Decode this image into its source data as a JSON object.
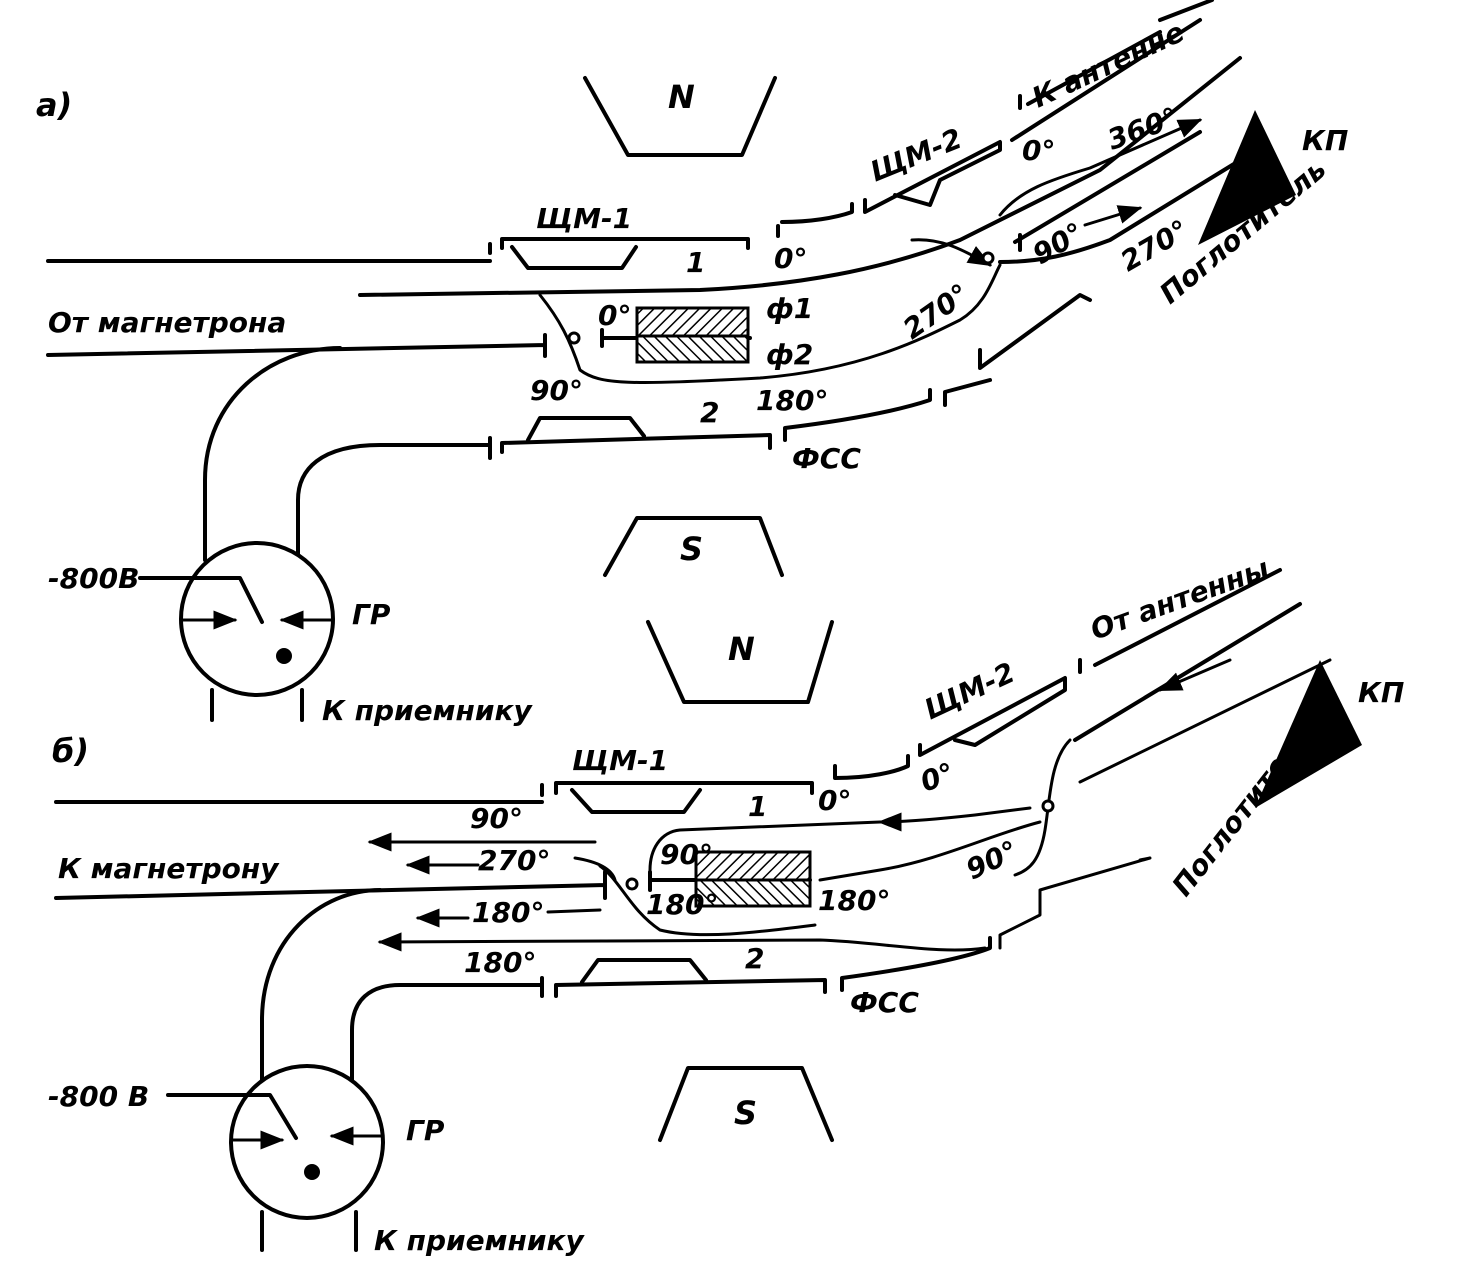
{
  "diagram": {
    "panel_a": {
      "marker": "а)",
      "pole_top": "N",
      "pole_bottom": "S",
      "shm1": "ЩМ-1",
      "shm2": "ЩМ-2",
      "to_antenna": "К антенне",
      "kp": "КП",
      "absorber": "Поглотитель",
      "from_magnetron": "От магнетрона",
      "path1": "1",
      "path2": "2",
      "f1": "ф1",
      "f2": "ф2",
      "fss": "ФСС",
      "gr": "ГР",
      "voltage": "-800В",
      "to_receiver": "К приемнику",
      "deg_0_upper": "0°",
      "deg_0_mid": "0°",
      "deg_0_shm2": "0°",
      "deg_90_left": "90°",
      "deg_180": "180°",
      "deg_270_mid": "270°",
      "deg_360": "360°",
      "deg_90_right": "90°",
      "deg_270_right": "270°"
    },
    "panel_b": {
      "marker": "б)",
      "pole_top": "N",
      "pole_bottom": "S",
      "shm1": "ЩМ-1",
      "shm2": "ЩМ-2",
      "from_antenna": "От антенны",
      "kp": "КП",
      "absorber": "Поглотитель",
      "to_magnetron": "К магнетрону",
      "path1": "1",
      "path2": "2",
      "fss": "ФСС",
      "gr": "ГР",
      "voltage": "-800 В",
      "to_receiver": "К приемнику",
      "deg_90_top": "90°",
      "deg_0_path1": "0°",
      "deg_0_shm2": "0°",
      "deg_90_right": "90°",
      "deg_270_arrow": "270°",
      "deg_90_ferrite": "90°",
      "deg_180_ferrite_left": "180°",
      "deg_180_ferrite_right": "180°",
      "deg_180_arrow": "180°",
      "deg_180_bottom": "180°"
    }
  }
}
